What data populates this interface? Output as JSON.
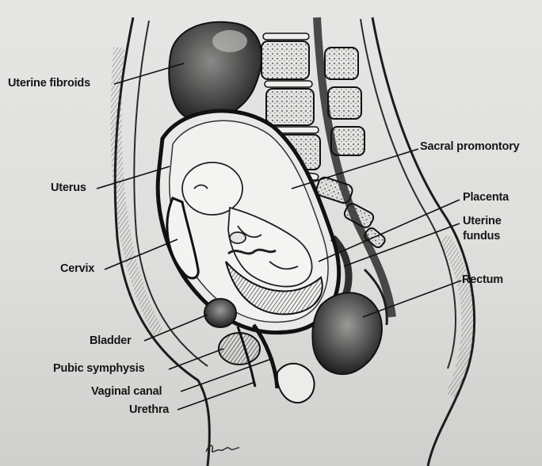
{
  "labels": {
    "uterine_fibroids": "Uterine fibroids",
    "uterus": "Uterus",
    "cervix": "Cervix",
    "bladder": "Bladder",
    "pubic_symphysis": "Pubic symphysis",
    "vaginal_canal": "Vaginal canal",
    "urethra": "Urethra",
    "sacral_promontory": "Sacral promontory",
    "placenta": "Placenta",
    "uterine_fundus_line1": "Uterine",
    "uterine_fundus_line2": "fundus",
    "rectum": "Rectum"
  },
  "colors": {
    "ink": "#161616",
    "paper": "#e4e4e2",
    "shade": "#5a5a58"
  }
}
